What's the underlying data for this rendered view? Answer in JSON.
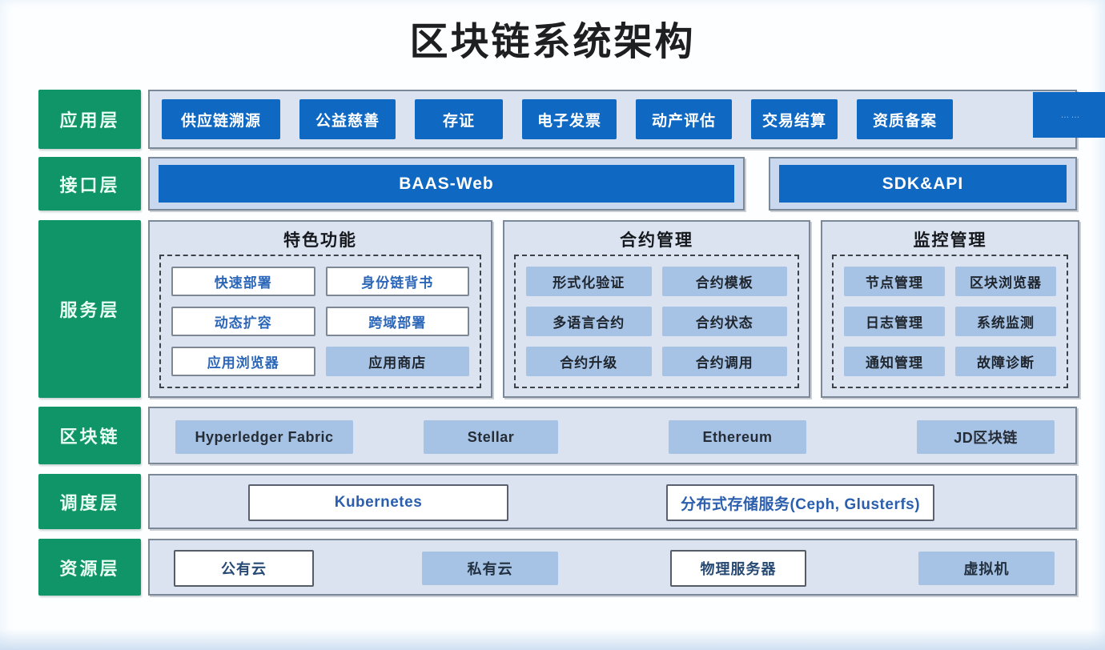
{
  "title": "区块链系统架构",
  "colors": {
    "layer_green": "#0F9568",
    "deep_blue": "#0F68C2",
    "light_blue": "#A6C3E6",
    "panel_bg": "#DBE3F0"
  },
  "layers": {
    "app": {
      "label": "应用层",
      "items": [
        "供应链溯源",
        "公益慈善",
        "存证",
        "电子发票",
        "动产评估",
        "交易结算",
        "资质备案"
      ],
      "more": "……"
    },
    "iface": {
      "label": "接口层",
      "items": [
        "BAAS-Web",
        "SDK&API"
      ]
    },
    "service": {
      "label": "服务层",
      "groups": [
        {
          "title": "特色功能",
          "items": [
            "快速部署",
            "身份链背书",
            "动态扩容",
            "跨域部署",
            "应用浏览器",
            "应用商店"
          ]
        },
        {
          "title": "合约管理",
          "items": [
            "形式化验证",
            "合约模板",
            "多语言合约",
            "合约状态",
            "合约升级",
            "合约调用"
          ]
        },
        {
          "title": "监控管理",
          "items": [
            "节点管理",
            "区块浏览器",
            "日志管理",
            "系统监测",
            "通知管理",
            "故障诊断"
          ]
        }
      ]
    },
    "chain": {
      "label": "区块链",
      "items": [
        "Hyperledger Fabric",
        "Stellar",
        "Ethereum",
        "JD区块链"
      ]
    },
    "sched": {
      "label": "调度层",
      "items": [
        "Kubernetes",
        "分布式存储服务(Ceph, Glusterfs)"
      ]
    },
    "res": {
      "label": "资源层",
      "items": [
        "公有云",
        "私有云",
        "物理服务器",
        "虚拟机"
      ]
    }
  }
}
